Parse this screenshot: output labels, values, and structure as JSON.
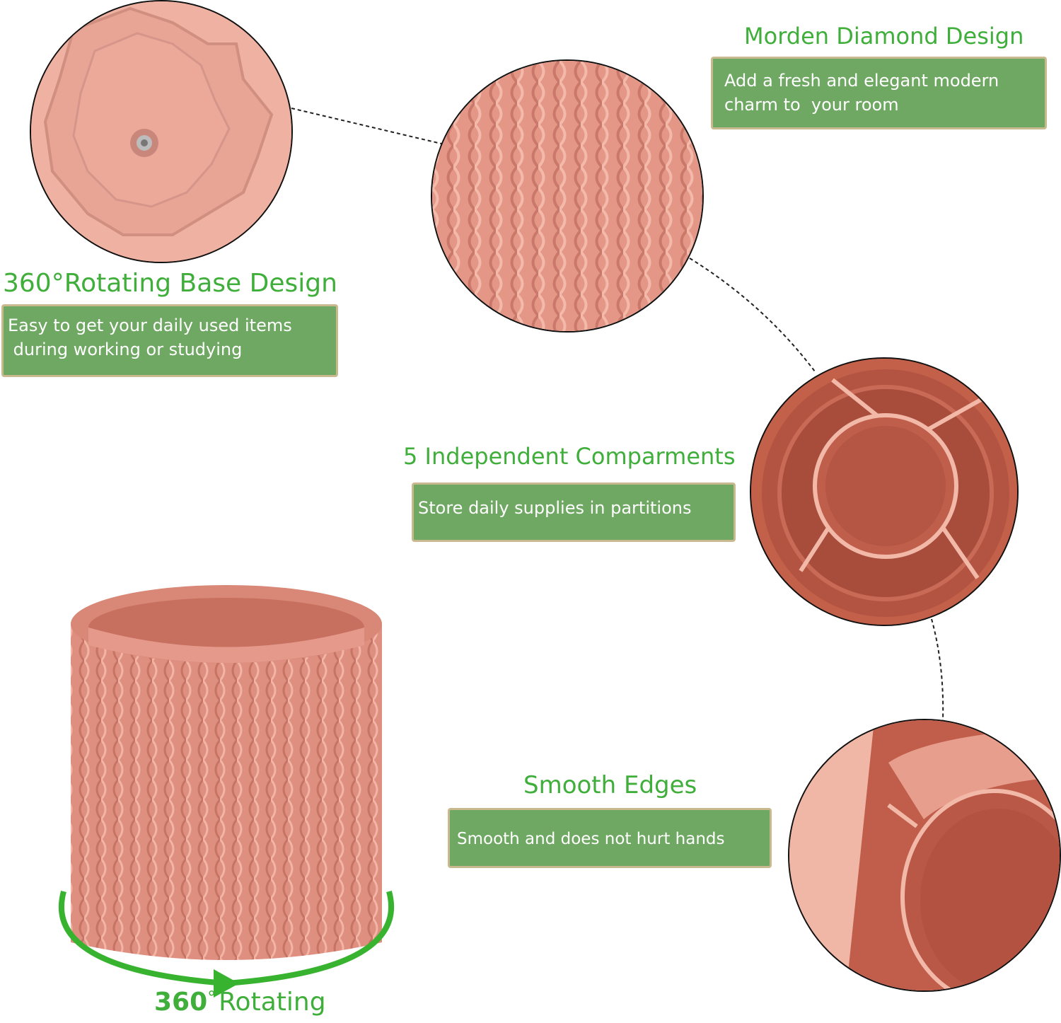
{
  "features": {
    "rotating_base": {
      "title": "360°Rotating Base Design",
      "line1": "Easy to get your daily used items",
      "line2": " during working or studying"
    },
    "diamond_design": {
      "title": "Morden Diamond Design",
      "line1": "Add a fresh and elegant modern",
      "line2": "charm to  your room"
    },
    "compartments": {
      "title": "5 Independent Comparments",
      "line1": "Store daily supplies in partitions"
    },
    "smooth_edges": {
      "title": "Smooth Edges",
      "line1": "Smooth and does not hurt hands"
    }
  },
  "rotation_label": {
    "number": "360",
    "degree": "°",
    "word": "Rotating"
  },
  "colors": {
    "heading_green": "#3fae3a",
    "box_green": "#6fa862",
    "box_border": "#c9b98f",
    "product_pink": "#dc8a80",
    "interior_terracotta": "#b8523f",
    "arrow_green": "#38b32f"
  }
}
